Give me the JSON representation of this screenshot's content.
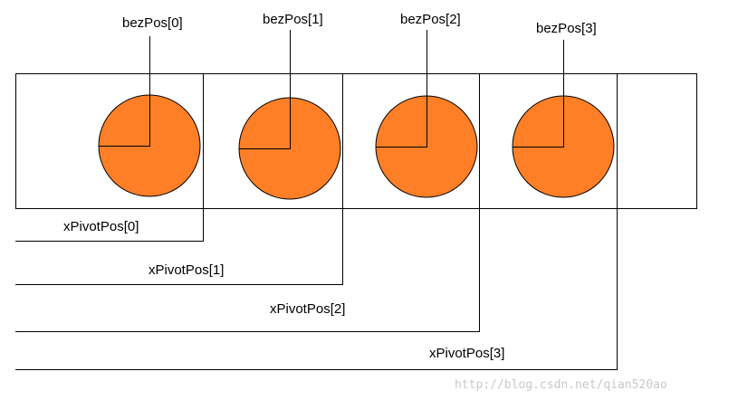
{
  "colors": {
    "circle_fill": "#ff7f27",
    "stroke": "#000000",
    "watermark": "#c8c8c8"
  },
  "bez_labels": [
    "bezPos[0]",
    "bezPos[1]",
    "bezPos[2]",
    "bezPos[3]"
  ],
  "pivot_labels": [
    "xPivotPos[0]",
    "xPivotPos[1]",
    "xPivotPos[2]",
    "xPivotPos[3]"
  ],
  "watermark": "http://blog.csdn.net/qian520ao"
}
